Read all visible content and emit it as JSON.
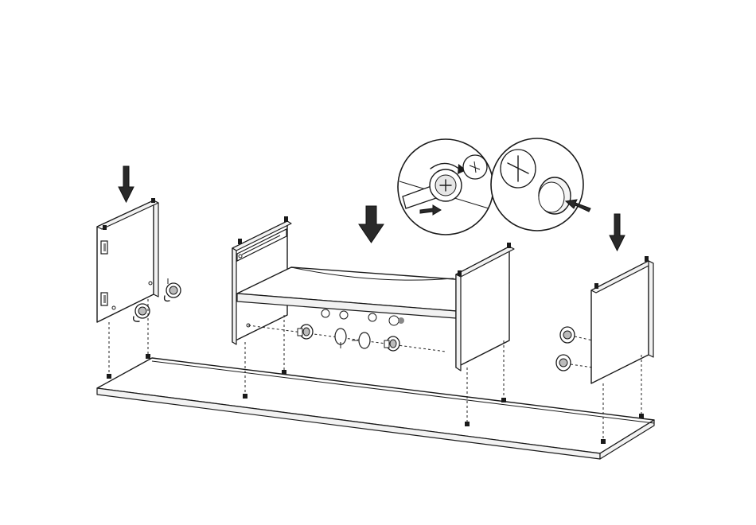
{
  "diagram": {
    "steps": [
      {
        "name": "left-side-panel-lowered"
      },
      {
        "name": "shelf-unit-lowered"
      },
      {
        "name": "right-side-panel-lowered"
      }
    ],
    "details": [
      {
        "name": "cam-lock-tightening-detail"
      },
      {
        "name": "cap-cover-detail"
      }
    ],
    "colors": {
      "line": "#1a1a1a",
      "fill": "#ffffff",
      "arrow": "#2a2a2a"
    }
  }
}
